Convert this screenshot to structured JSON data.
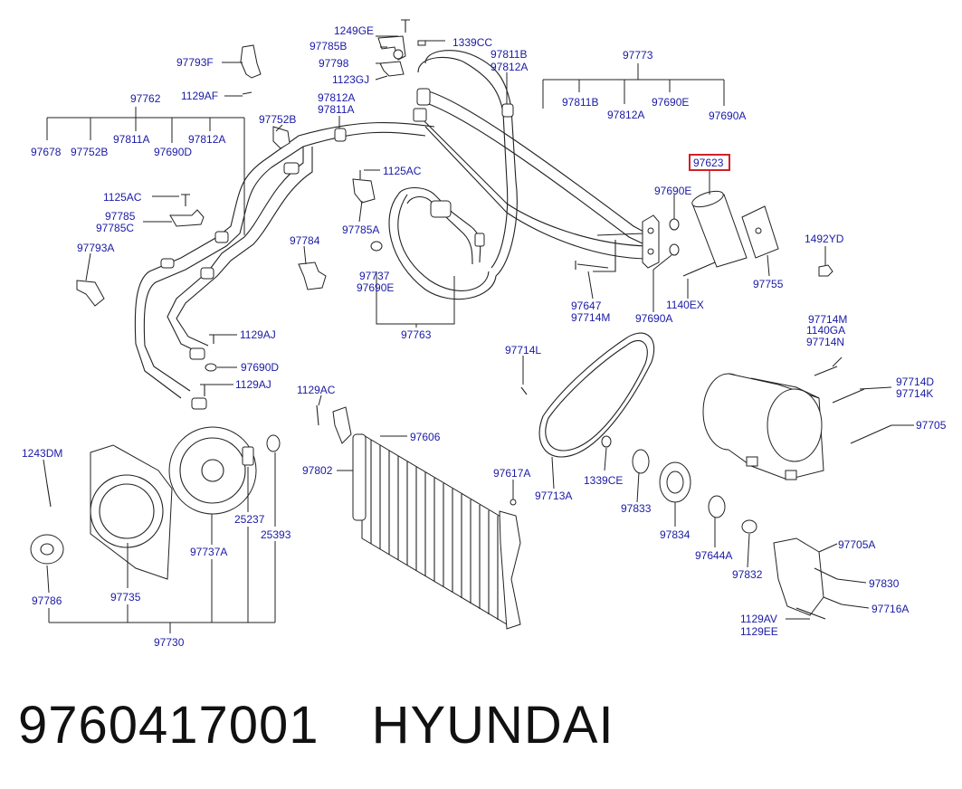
{
  "highlight_part": "97623",
  "colors": {
    "label": "#1a1aa6",
    "highlight": "#d0202a",
    "line": "#222222"
  },
  "footer": {
    "part_number": "9760417001",
    "brand": "HYUNDAI"
  },
  "labels": {
    "l1249GE": "1249GE",
    "l97785B": "97785B",
    "l1339CC": "1339CC",
    "l97798": "97798",
    "l1123GJ": "1123GJ",
    "l97793F": "97793F",
    "l97811B_t": "97811B",
    "l97812A_t": "97812A",
    "l97773": "97773",
    "l97762": "97762",
    "l1129AF": "1129AF",
    "l97812A_m": "97812A",
    "l97811A_m": "97811A",
    "l97752B_t": "97752B",
    "l97811B_r": "97811B",
    "l97812A_r": "97812A",
    "l97690E_r": "97690E",
    "l97690A_r": "97690A",
    "l97678": "97678",
    "l97752B_b": "97752B",
    "l97811A_b": "97811A",
    "l97812A_b": "97812A",
    "l97690D_b": "97690D",
    "l97623": "97623",
    "l1125AC_m": "1125AC",
    "l97690E_m": "97690E",
    "l1125AC_l": "1125AC",
    "l97785": "97785",
    "l97785C": "97785C",
    "l97785A": "97785A",
    "l97793A": "97793A",
    "l97784": "97784",
    "l1492YD": "1492YD",
    "l97737_m": "97737",
    "l97690E_b": "97690E",
    "l97647": "97647",
    "l97714M_a": "97714M",
    "l1140EX": "1140EX",
    "l97755": "97755",
    "l97690A_b": "97690A",
    "l1129AJ_1": "1129AJ",
    "l97763": "97763",
    "l97714M_r": "97714M",
    "l1140GA": "1140GA",
    "l97714N": "97714N",
    "l97690D_l": "97690D",
    "l97714L": "97714L",
    "l1129AJ_2": "1129AJ",
    "l1129AC": "1129AC",
    "l97714D": "97714D",
    "l97714K": "97714K",
    "l97606": "97606",
    "l97705": "97705",
    "l1243DM": "1243DM",
    "l97802": "97802",
    "l97617A": "97617A",
    "l1339CE": "1339CE",
    "l97713A": "97713A",
    "l25237": "25237",
    "l97833": "97833",
    "l25393": "25393",
    "l97834": "97834",
    "l97705A": "97705A",
    "l97737A": "97737A",
    "l97644A": "97644A",
    "l97832": "97832",
    "l97830": "97830",
    "l97786": "97786",
    "l97735": "97735",
    "l97716A": "97716A",
    "l1129AV": "1129AV",
    "l1129EE": "1129EE",
    "l97730": "97730"
  }
}
